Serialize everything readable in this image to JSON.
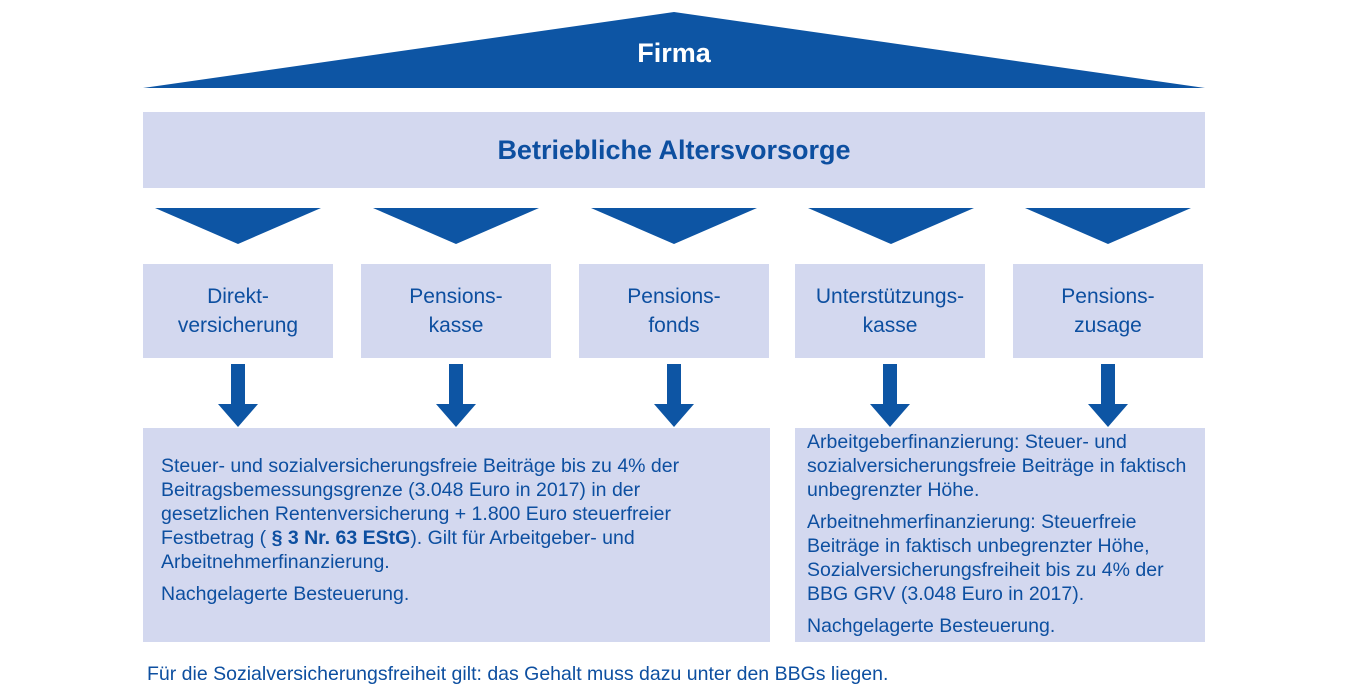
{
  "roof": {
    "title": "Firma"
  },
  "band": {
    "title": "Betriebliche Altersvorsorge"
  },
  "colors": {
    "dark_blue": "#0d55a4",
    "light_blue": "#d3d8ef",
    "text_blue": "#0d4fa0"
  },
  "paths": [
    {
      "line1": "Direkt-",
      "line2": "versicherung"
    },
    {
      "line1": "Pensions-",
      "line2": "kasse"
    },
    {
      "line1": "Pensions-",
      "line2": "fonds"
    },
    {
      "line1": "Unterstützungs-",
      "line2": "kasse"
    },
    {
      "line1": "Pensions-",
      "line2": "zusage"
    }
  ],
  "left_panel": {
    "paragraph1": "Steuer- und sozialversicherungsfreie Beiträge bis zu 4% der Beitragsbemessungsgrenze (3.048 Euro in 2017) in der gesetzlichen Rentenversicherung + 1.800 Euro steuerfreier Festbetrag (",
    "law_ref": "§ 3 Nr. 63 EStG",
    "paragraph1_end": "). Gilt für Arbeitgeber- und Arbeitnehmerfinanzierung.",
    "paragraph2": "Nachgelagerte Besteuerung."
  },
  "right_panel": {
    "paragraph1": "Arbeitgeberfinanzierung: Steuer- und sozialversicherungsfreie Beiträge in faktisch unbegrenzter Höhe.",
    "paragraph2": "Arbeitnehmerfinanzierung: Steuerfreie Beiträge in faktisch unbegrenzter Höhe, Sozialversicherungsfreiheit bis zu 4% der BBG GRV (3.048 Euro in 2017).",
    "paragraph3": "Nachgelagerte Besteuerung."
  },
  "footnote": "Für die Sozialversicherungsfreiheit gilt: das Gehalt muss dazu unter den BBGs liegen."
}
